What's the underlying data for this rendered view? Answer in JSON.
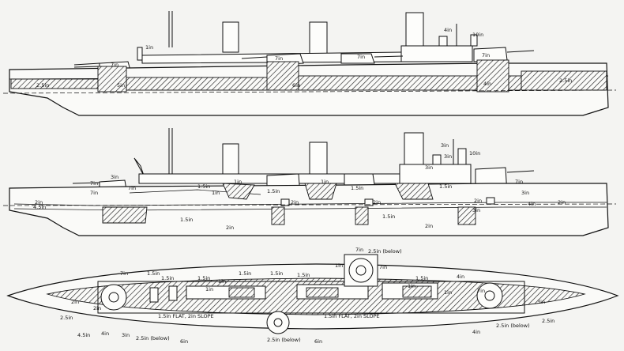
{
  "elevation": {
    "labels": {
      "l1": "1in",
      "l2": "4in",
      "l3": "10in",
      "l4": "7in",
      "l5": "7in",
      "l6": "7in",
      "l7": "7in",
      "l8": "2.5in",
      "l9": "5in",
      "l10": "6in",
      "l11": "4in",
      "l12": "2.5in"
    }
  },
  "section": {
    "labels": {
      "s1": "3in",
      "s2": "3in",
      "s3": "10in",
      "s4": "3in",
      "s5": "7in",
      "s6": "7in",
      "s7": "3in",
      "s8": "7in",
      "s9": "7in",
      "s10": "1.5in",
      "s11": "1in",
      "s12": "1in",
      "s13": "1.5in",
      "s14": "1.5in",
      "s15": "3in",
      "s16": "2in",
      "s17": "4.5in",
      "s18": "1.5in",
      "s19": "2in",
      "s20": "2in",
      "s21": "1.5in",
      "s22": "2in",
      "s23": "2in",
      "s24": "3in",
      "s25": "2in",
      "s26": "4in",
      "s27": "2in",
      "s28": "1in",
      "s29": "1.5in"
    }
  },
  "plan": {
    "labels": {
      "p1": "7in",
      "p2": "2.5in (below)",
      "p3": "7in",
      "p4": "7in",
      "p5": "1.5in",
      "p6": "1.5in",
      "p7": "1.5in",
      "p8": "1in",
      "p9": "1in",
      "p10": "1.5in",
      "p11": "1.5in",
      "p12": "1.5in",
      "p13": "1in",
      "p14": "1.5in",
      "p15": "1in",
      "p16": "4in",
      "p17": "1.5in FLAT, 2in SLOPE",
      "p18": "1.5in FLAT, 2in SLOPE",
      "p19": "2.5in",
      "p20": "4.5in",
      "p21": "4in",
      "p22": "3in",
      "p23": "2.5in (below)",
      "p24": "6in",
      "p25": "2.5in (below)",
      "p26": "6in",
      "p27": "4in",
      "p28": "2.5in (below)",
      "p29": "2.5in",
      "p30": "7in",
      "p31": "3in",
      "p32": "2in",
      "p33": "2in",
      "p34": "1in"
    }
  }
}
